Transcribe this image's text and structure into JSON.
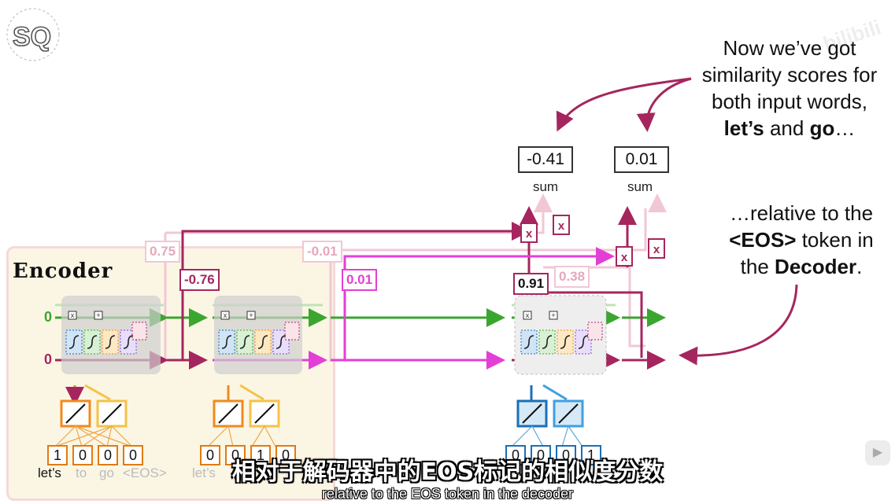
{
  "logo": {
    "text": "SQ"
  },
  "watermark": {
    "text": "bilibili"
  },
  "encoder": {
    "title": "Encoder"
  },
  "annotation_top": {
    "line1": "Now we’ve got",
    "line2": "similarity scores for",
    "line3": "both input words,",
    "line4_bold1": "let’s",
    "line4_mid": " and ",
    "line4_bold2": "go",
    "line4_end": "…"
  },
  "annotation_bottom": {
    "line1": "…relative to the",
    "line2_bold": "<EOS>",
    "line2_end": " token in",
    "line3_start": "the ",
    "line3_bold": "Decoder",
    "line3_end": "."
  },
  "sums": [
    {
      "value": "-0.41",
      "label": "sum"
    },
    {
      "value": "0.01",
      "label": "sum"
    }
  ],
  "scores": {
    "s075": "0.75",
    "s076": "-0.76",
    "s001neg": "-0.01",
    "s001": "0.01",
    "s091": "0.91",
    "s038": "0.38"
  },
  "multiply_symbol": "x",
  "plus_symbol": "+",
  "state_labels": {
    "c0": "0",
    "h0": "0"
  },
  "onehot_enc1": [
    "1",
    "0",
    "0",
    "0"
  ],
  "onehot_enc2": [
    "0",
    "0",
    "1",
    "0"
  ],
  "onehot_dec": [
    "0",
    "0",
    "0",
    "1"
  ],
  "tokens": {
    "lets": "let’s",
    "to": "to",
    "go": "go",
    "eos": "<EOS>",
    "lets2": "let’s"
  },
  "subtitle": {
    "chinese": "相对于解码器中的EOS标记的相似度分数",
    "english": "relative to the EOS token in the decoder"
  },
  "colors": {
    "green": "#3aa62f",
    "maroon": "#a5265e",
    "magenta": "#e33fd6",
    "orange": "#f08a1c",
    "blue": "#1b6fb5",
    "pink_faint": "#f2c7d4"
  }
}
